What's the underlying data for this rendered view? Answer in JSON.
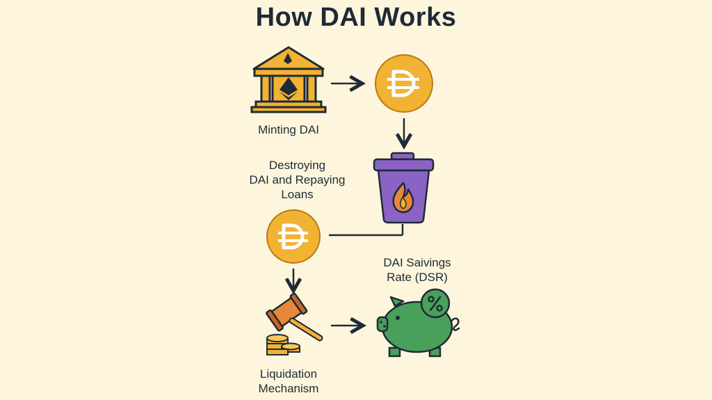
{
  "title": "How DAI Works",
  "steps": {
    "minting": {
      "label": "Minting DAI",
      "icon": "bank-ethereum-icon"
    },
    "dai_coin_top": {
      "icon": "dai-coin-icon"
    },
    "destroying": {
      "line1": "Destroying",
      "line2": "DAI and Repaying",
      "line3": "Loans",
      "icon": "burning-trash-can-icon"
    },
    "dai_coin_mid": {
      "icon": "dai-coin-icon"
    },
    "liquidation": {
      "line1": "Liquidation",
      "line2": "Mechanism",
      "icon": "auction-gavel-coins-icon"
    },
    "dsr": {
      "line1": "DAI Saivings",
      "line2": "Rate (DSR)",
      "icon": "piggy-bank-percent-icon"
    }
  },
  "colors": {
    "background": "#fdf6dc",
    "gold": "#f2b233",
    "gold_dark": "#b67a12",
    "purple": "#8a63c4",
    "green": "#49a05a",
    "orange": "#e8873a",
    "ink": "#1e2a36"
  }
}
